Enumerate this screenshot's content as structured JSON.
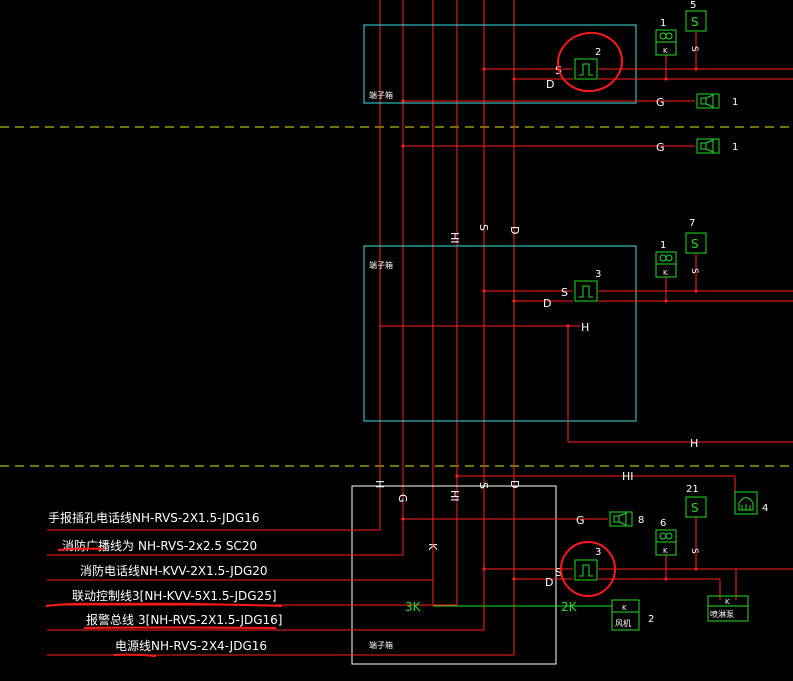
{
  "labels": {
    "terminal_box": "端子箱",
    "S": "S",
    "D": "D",
    "G": "G",
    "H": "H",
    "HI": "HI",
    "K": "K",
    "K3": "3K",
    "K2": "2K",
    "n1": "1",
    "n2": "2",
    "n3": "3",
    "n4": "4",
    "n5": "5",
    "n6": "6",
    "n7": "7",
    "n8": "8",
    "n21": "21",
    "fan": "风机",
    "pump": "喷淋泵"
  },
  "legend": [
    {
      "name": "手报插孔电话线",
      "spec": "NH-RVS-2X1.5-JDG16"
    },
    {
      "name": "消防广播线为",
      "spec": "NH-RVS-2x2.5  SC20"
    },
    {
      "name": "消防电话线",
      "spec": "NH-KVV-2X1.5-JDG20"
    },
    {
      "name": "联动控制线",
      "spec": "3[NH-KVV-5X1.5-JDG25]"
    },
    {
      "name": "报警总线",
      "spec": "3[NH-RVS-2X1.5-JDG16]"
    },
    {
      "name": "电源线",
      "spec": "NH-RVS-2X4-JDG16"
    }
  ],
  "colors": {
    "wire": "#ff2020",
    "box_cyan": "#40e0e0",
    "box_white": "#ffffff",
    "device": "#22dd22",
    "dash": "#e6e600",
    "markup": "#ff1a1a"
  }
}
